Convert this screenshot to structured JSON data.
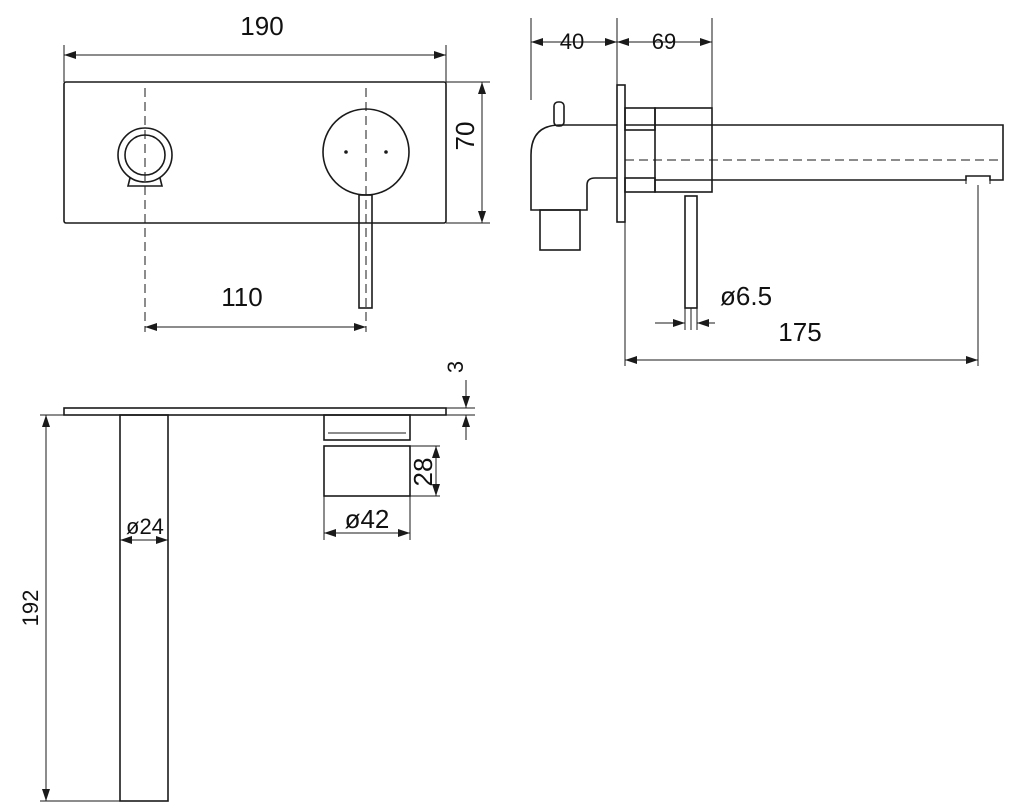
{
  "dimensions": {
    "plate_width": "190",
    "plate_height": "70",
    "spout_projection": "40",
    "body_depth": "69",
    "centre_distance": "110",
    "handle_diameter": "ø6.5",
    "overall_reach": "175",
    "plate_thickness": "3",
    "body_length": "192",
    "spout_diameter": "ø24",
    "inlet_height": "28",
    "inlet_diameter": "ø42"
  }
}
